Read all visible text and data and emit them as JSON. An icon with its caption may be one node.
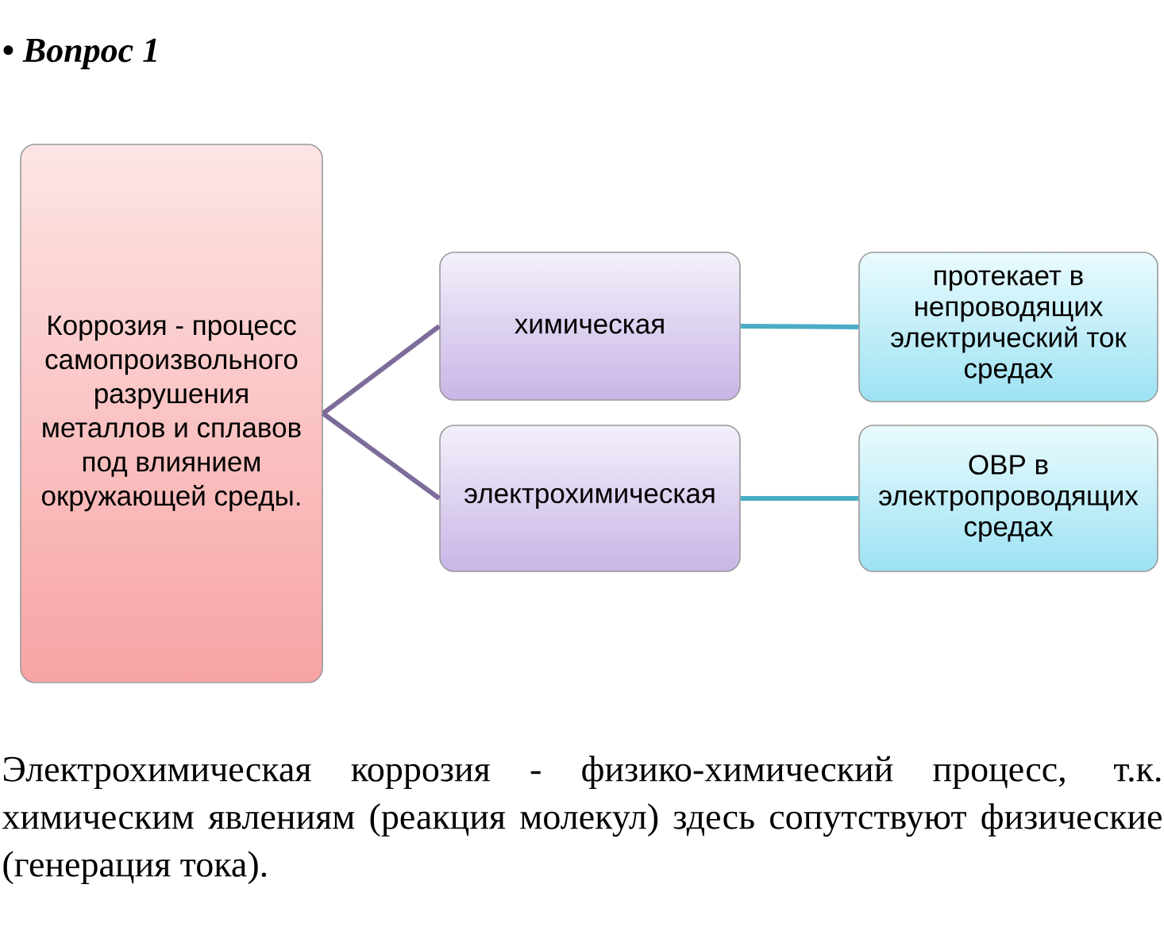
{
  "diagram": {
    "title": "• Вопрос 1",
    "nodes": [
      {
        "text": [
          "Коррозия - процесс самопроизвольного разрушения металлов и сплавов под влиянием окружающей среды."
        ]
      },
      {
        "text": [
          "химическая"
        ]
      },
      {
        "text": [
          "электрохимическая"
        ]
      },
      {
        "text": [
          "протекает в непроводящих электрический ток средах"
        ]
      },
      {
        "text": [
          "ОВР в электропроводящих средах"
        ]
      }
    ],
    "edges": [
      {
        "from": 0,
        "to": 1,
        "arrow": "none",
        "color": "#7d6b99"
      },
      {
        "from": 0,
        "to": 2,
        "arrow": "none",
        "color": "#7d6b99"
      },
      {
        "from": 1,
        "to": 3,
        "arrow": "none",
        "color": "#4bacc6"
      },
      {
        "from": 2,
        "to": 4,
        "arrow": "none",
        "color": "#4bacc6"
      }
    ],
    "caption": "Электрохимическая коррозия - физико-химический процесс, т.к. химическим явлениям (реакция молекул) здесь сопутствуют физические (генерация тока)."
  }
}
